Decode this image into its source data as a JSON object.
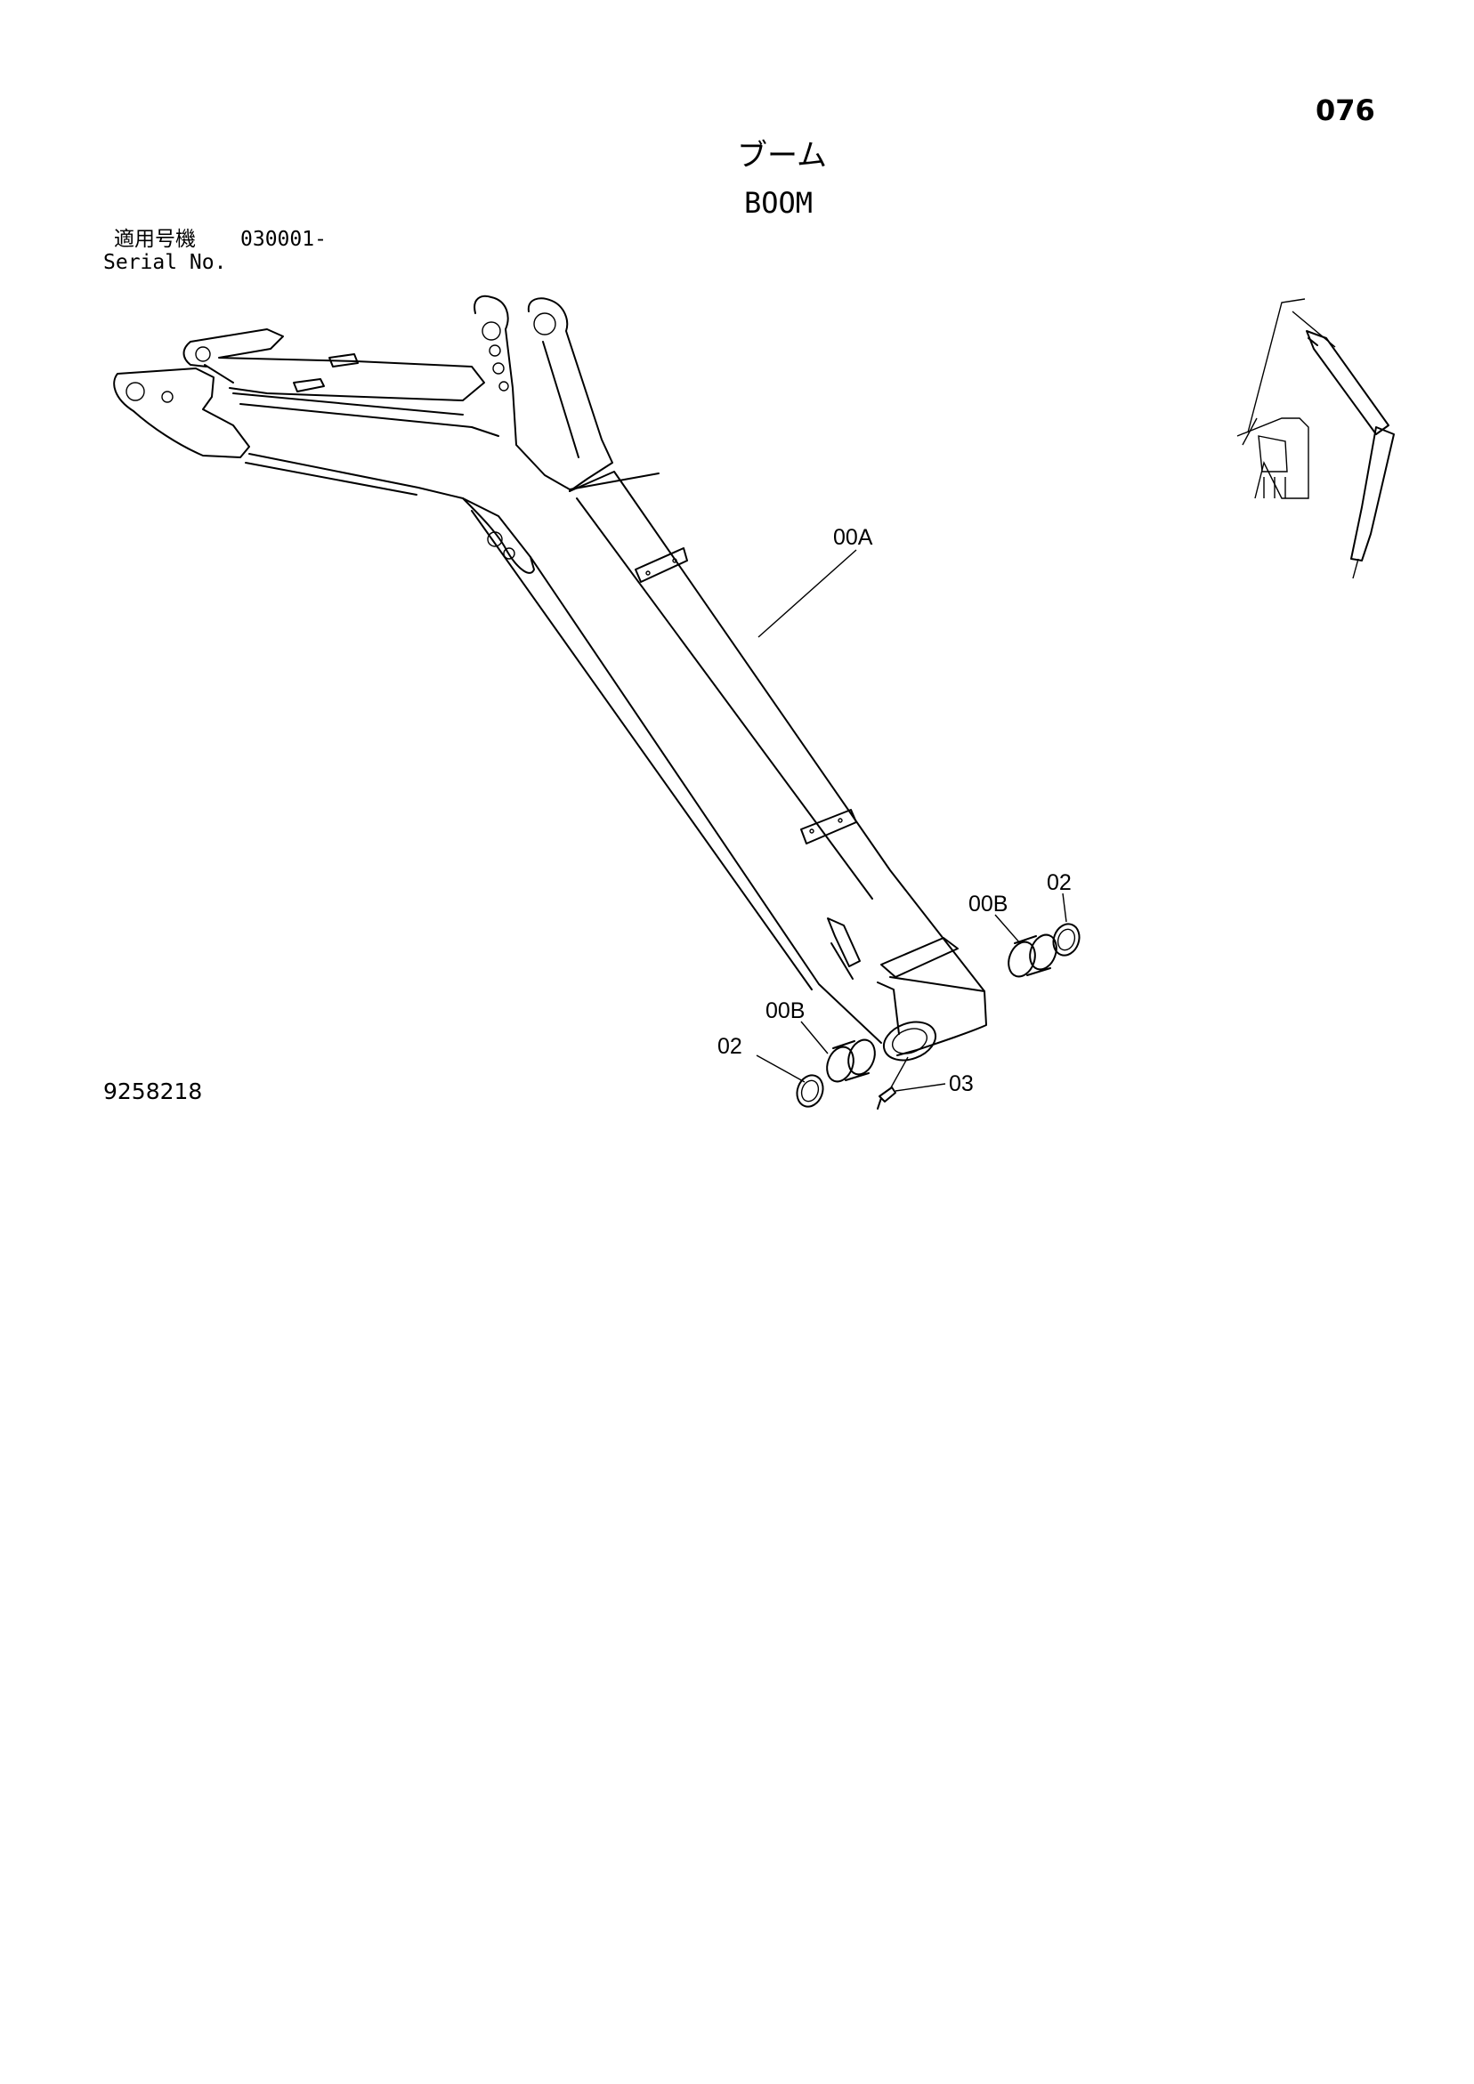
{
  "page_number": "076",
  "title_jp": "ブーム",
  "title_en": "BOOM",
  "serial": {
    "label_jp": "適用号機",
    "range": "030001-",
    "label_en": "Serial No."
  },
  "drawing_number": "9258218",
  "callouts": {
    "boom": "00A",
    "bushing_right": "00B",
    "ring_right": "02",
    "bushing_left": "00B",
    "ring_left": "02",
    "bolt": "03"
  }
}
